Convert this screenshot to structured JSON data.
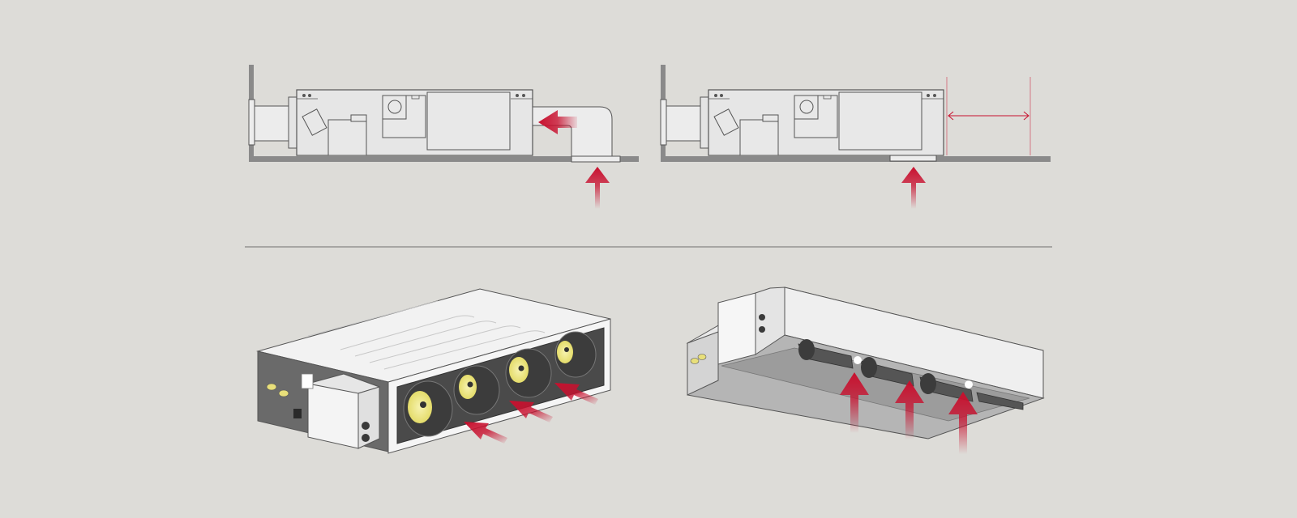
{
  "colors": {
    "background": "#dddcd8",
    "outline": "#555555",
    "wall": "#8a8a8a",
    "unit_fill": "#e6e6e6",
    "airflow_arrow": "#c8102e",
    "fan_highlight": "#f2eb8c",
    "fan_dark": "#3c3c3c",
    "divider": "#6e6e6e"
  },
  "diagrams": {
    "top_left": {
      "mode": "rear-return-duct-installation",
      "arrows": [
        "inlet-up",
        "inlet-left"
      ]
    },
    "top_right": {
      "mode": "bottom-return-installation",
      "arrows": [
        "inlet-up",
        "clearance-dimension"
      ]
    },
    "bottom_left": {
      "mode": "rear-air-inlet-3d",
      "fans": 4,
      "arrows": 3
    },
    "bottom_right": {
      "mode": "bottom-air-inlet-3d",
      "fans": 4,
      "arrows": 3
    }
  }
}
